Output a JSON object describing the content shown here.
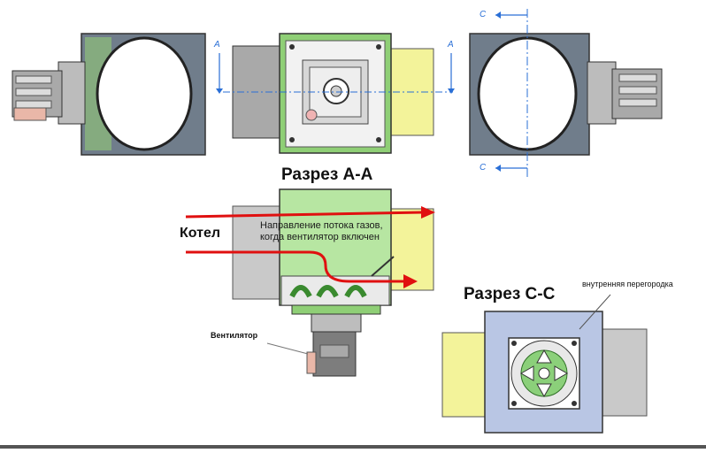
{
  "labels": {
    "section_aa": "Разрез А-А",
    "section_cc": "Разрез С-С",
    "kotel": "Котел",
    "flow_line1": "Направление потока газов,",
    "flow_line2": "когда вентилятор включен",
    "fan": "Вентилятор",
    "partition": "внутренняя перегородка",
    "mark_a_left": "A",
    "mark_a_right": "A",
    "mark_c_top": "C",
    "mark_c_bottom": "C"
  },
  "colors": {
    "green_body": "#b7e6a2",
    "green_frame": "#8fcf76",
    "gray_pipe": "#c9c9c9",
    "yellow_pipe": "#f3f39a",
    "dark_body": "#6f7f8f",
    "blue_body": "#b9c6e4",
    "flow_arrow": "#e01010",
    "section_line": "#2a6fd6"
  },
  "icons": [
    "fan-motor-icon",
    "impeller-icon",
    "flow-arrow-icon"
  ]
}
